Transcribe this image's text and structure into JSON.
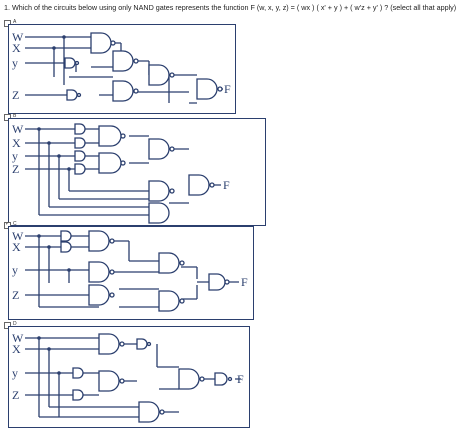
{
  "question": {
    "text": "1. Which of the circuits below using only NAND gates represents the function F (w, x, y, z) = ( wx ) ( x' + y ) + ( w'z + y' ) ? (select all that apply)"
  },
  "options": [
    {
      "label": "A",
      "checked": false,
      "inputs": [
        "W",
        "X",
        "y",
        "Z"
      ],
      "output": "F"
    },
    {
      "label": "B",
      "checked": false,
      "inputs": [
        "W",
        "X",
        "y",
        "Z"
      ],
      "output": "F"
    },
    {
      "label": "C",
      "checked": true,
      "inputs": [
        "W",
        "X",
        "y",
        "Z"
      ],
      "output": "F"
    },
    {
      "label": "D",
      "checked": false,
      "inputs": [
        "W",
        "X",
        "y",
        "Z"
      ],
      "output": "F"
    }
  ],
  "colors": {
    "ink": "#2b3f6e",
    "border": "#2b3f6e"
  }
}
